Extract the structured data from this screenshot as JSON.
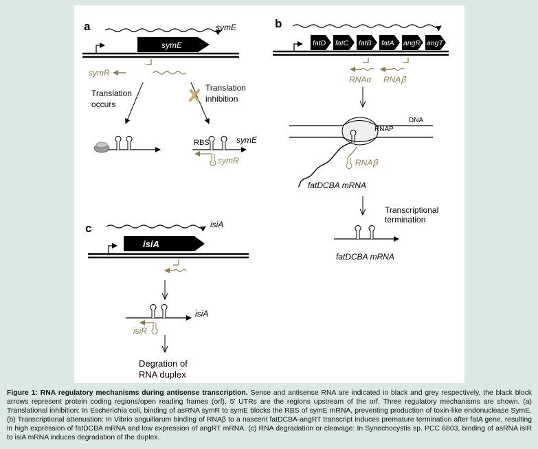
{
  "colors": {
    "sense": "#000000",
    "antisense": "#8b7d52",
    "gene_box": "#000000",
    "background": "#dbe8e3"
  },
  "panel_a": {
    "letter": "a",
    "transcript": "symE",
    "gene": "symE",
    "antisense": "symR",
    "left_label_1": "Translation",
    "left_label_2": "occurs",
    "right_label_1": "Translation",
    "right_label_2": "inhibition",
    "rbs": "RBS",
    "right_transcript": "symE",
    "right_antisense": "symR"
  },
  "panel_b": {
    "letter": "b",
    "genes": [
      "fatD",
      "fatC",
      "fatB",
      "fatA",
      "angR",
      "angT"
    ],
    "rna_alpha": "RNAα",
    "rna_beta": "RNAꞵ",
    "dna": "DNA",
    "rnap": "RNAP",
    "rna_beta_bound": "RNAꞵ",
    "mrna_label": "fatDCBA mRNA",
    "termination_1": "Transcriptional",
    "termination_2": "termination",
    "mrna_label_2": "fatDCBA mRNA"
  },
  "panel_c": {
    "letter": "c",
    "transcript": "isiA",
    "gene": "isiA",
    "right_transcript": "isiA",
    "antisense": "isiR",
    "result_1": "Degration of",
    "result_2": "RNA duplex"
  },
  "caption": {
    "title": "Figure 1: RNA regulatory mechanisms during antisense transcription.",
    "intro": " Sense and antisense RNA are indicated in black and grey respectively, the black block arrows represent protein coding regions/open reading frames (orf), 5' UTRs are the regions upstream of the orf. Three regulatory mechanisms are shown.",
    "a": " (a) Translational inhibition: In Escherichia coli, binding of asRNA symR to symE blocks the RBS of symE mRNA, preventing production of toxin-like endonuclease SymE.",
    "b": " (b) Transcriptional attenuation: In Vibrio anguillarum binding of RNAβ to a nascent fatDCBA-angRT transcript induces premature termination after fatA gene, resulting in high expression of fatDCBA mRNA and low expression of angRT mRNA.",
    "c": " (c) RNA degradation or cleavage: In Synechocystis sp. PCC 6803, binding of asRNA isiR to isiA mRNA induces degradation of the duplex."
  }
}
